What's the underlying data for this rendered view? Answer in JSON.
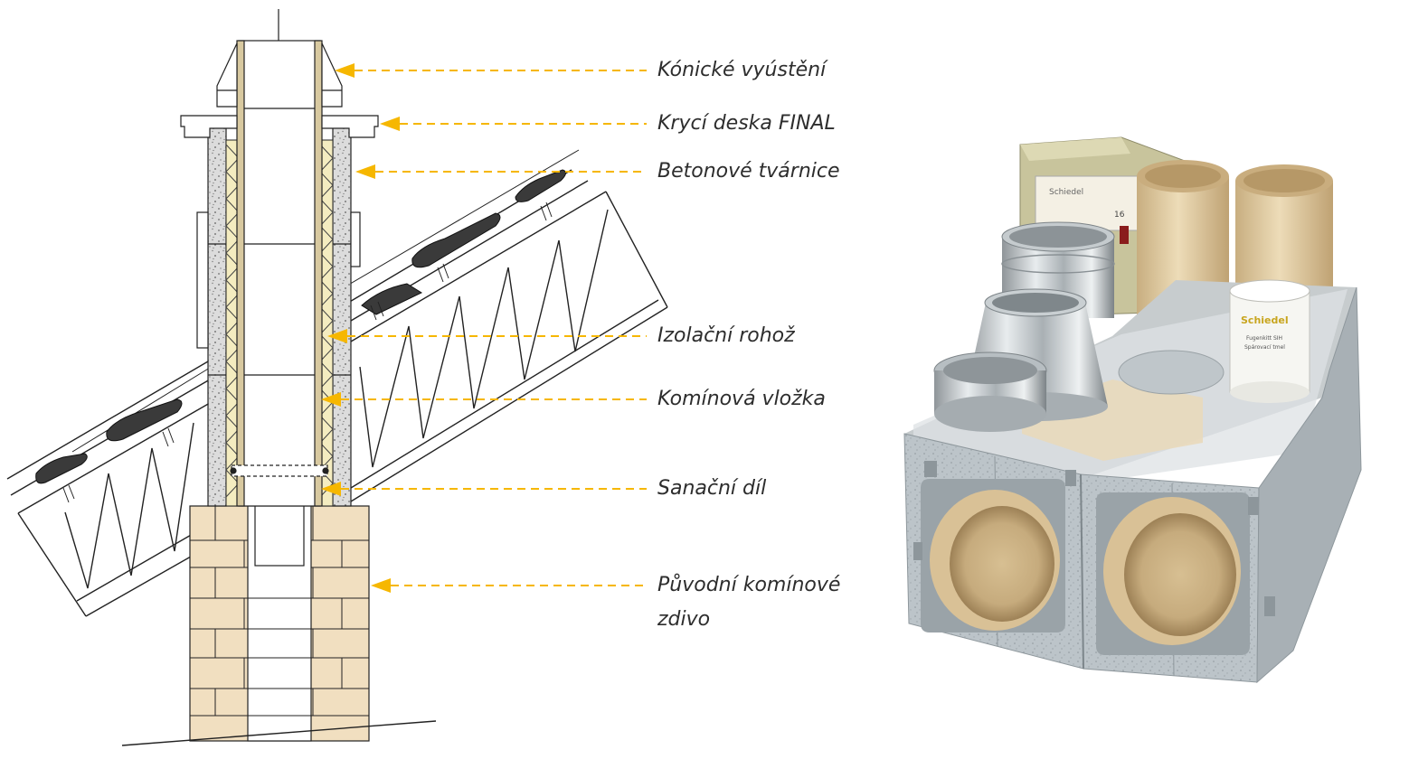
{
  "diagram": {
    "callouts": [
      {
        "id": "konicke-vyusteni",
        "text": "Kónické vyústění"
      },
      {
        "id": "kryci-deska",
        "text": "Krycí deska FINAL"
      },
      {
        "id": "betonove-tvarnice",
        "text": "Betonové tvárnice"
      },
      {
        "id": "izolacni-rohoz",
        "text": "Izolační rohož"
      },
      {
        "id": "kominova-vlozka",
        "text": "Komínová vložka"
      },
      {
        "id": "sanacni-dil",
        "text": "Sanační díl"
      },
      {
        "id": "puvodni-zdivo",
        "text": "Původní komínové",
        "text_line2": "zdivo"
      }
    ]
  },
  "product_photo": {
    "box_brand_label": "Schiedel",
    "box_label_number": "16",
    "jar_brand": "Schiedel",
    "jar_label_line1": "Fugenkitt SIH",
    "jar_label_line2": "Spárovací tmel"
  },
  "colors": {
    "callout_arrow": "#f6b700",
    "insulation": "#f4ecc0",
    "concrete": "#d9d9d9",
    "brick": "#f2dfc0",
    "ceramic_liner": "#ddc79a",
    "block_grey": "#b9c1c6"
  }
}
